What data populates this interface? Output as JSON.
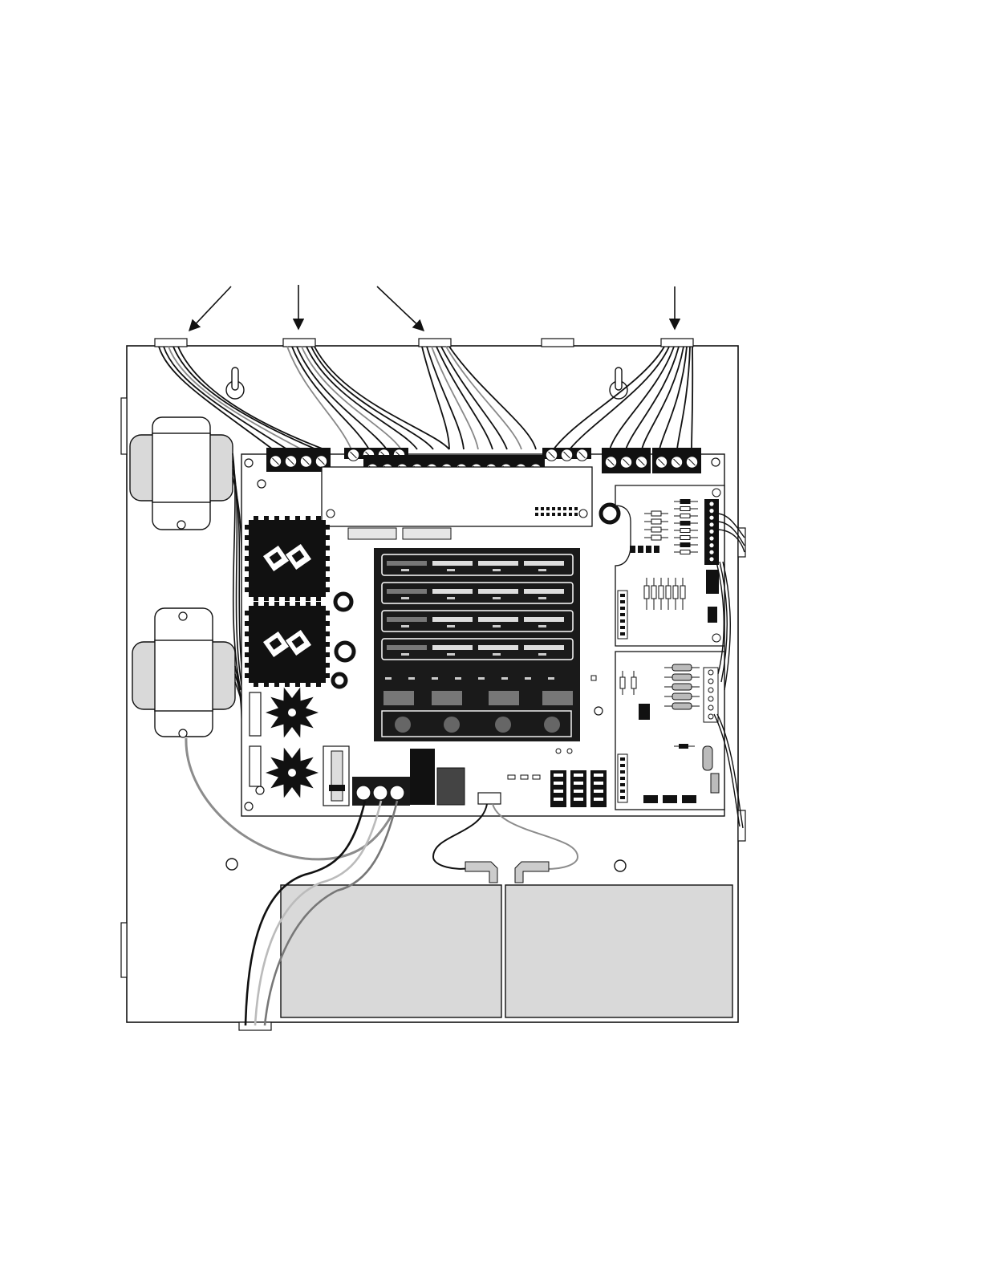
{
  "figure": {
    "kind": "enclosure-wiring-illustration",
    "printed_text": "",
    "callout_arrows": 4,
    "module_boards": 4,
    "transformers": 2,
    "batteries": 2,
    "heatsinks": 4,
    "colors": {
      "ink": "#111111",
      "panel": "#ffffff",
      "shade": "#d9d9d9",
      "wire_gray": "#8c8c8c",
      "dark": "#1a1a1a"
    }
  }
}
